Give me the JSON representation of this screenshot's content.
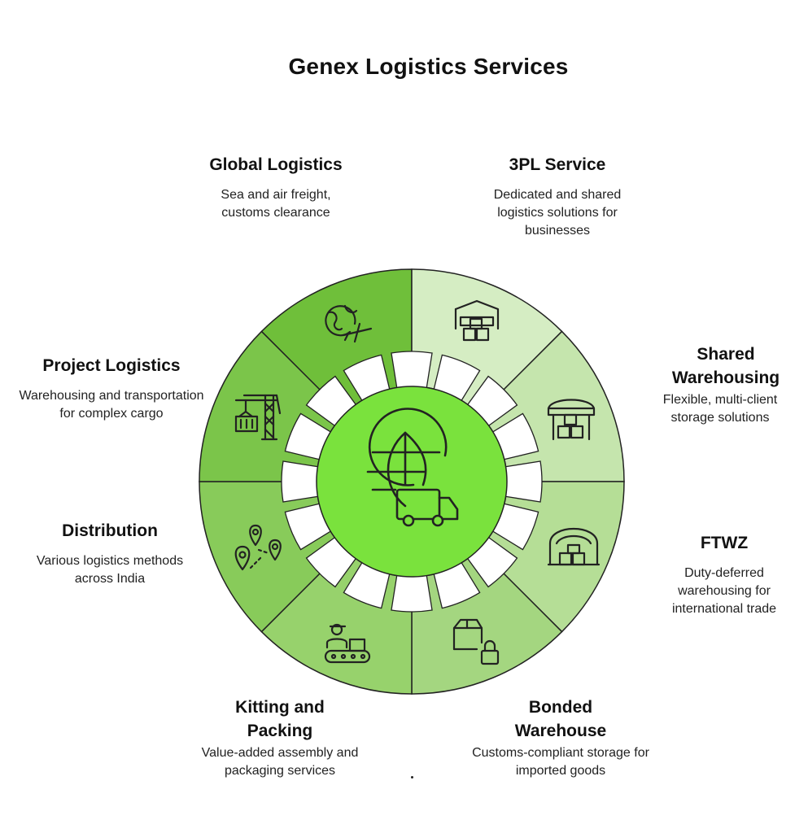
{
  "title": "Genex Logistics Services",
  "colors": {
    "global": "#6fbf3a",
    "project": "#7bc54a",
    "distribution": "#88cb5a",
    "kitting": "#97d26c",
    "bonded": "#a4d680",
    "ftwz": "#b5de96",
    "shared": "#c5e5ad",
    "threepl": "#d5edc3",
    "hub": "#7ae23d",
    "stroke": "#222222"
  },
  "hub": {
    "icon": "globe-truck-icon"
  },
  "segments": [
    {
      "key": "global",
      "title": "Global Logistics",
      "description": "Sea and air freight, customs clearance",
      "icon": "globe-plane-icon"
    },
    {
      "key": "threepl",
      "title": "3PL Service",
      "description": "Dedicated and shared logistics solutions for businesses",
      "icon": "warehouse-boxes-icon"
    },
    {
      "key": "shared",
      "title": "Shared Warehousing",
      "description": "Flexible, multi-client storage solutions",
      "icon": "storage-shed-icon"
    },
    {
      "key": "ftwz",
      "title": "FTWZ",
      "description": "Duty-deferred warehousing for international trade",
      "icon": "hangar-boxes-icon"
    },
    {
      "key": "bonded",
      "title": "Bonded Warehouse",
      "description": "Customs-compliant storage for imported goods",
      "icon": "box-lock-icon"
    },
    {
      "key": "kitting",
      "title": "Kitting and Packing",
      "description": "Value-added assembly and packaging services",
      "icon": "conveyor-worker-icon"
    },
    {
      "key": "distribution",
      "title": "Distribution",
      "description": "Various logistics methods across India",
      "icon": "map-pins-icon"
    },
    {
      "key": "project",
      "title": "Project Logistics",
      "description": "Warehousing and transportation for complex cargo",
      "icon": "crane-container-icon"
    }
  ]
}
